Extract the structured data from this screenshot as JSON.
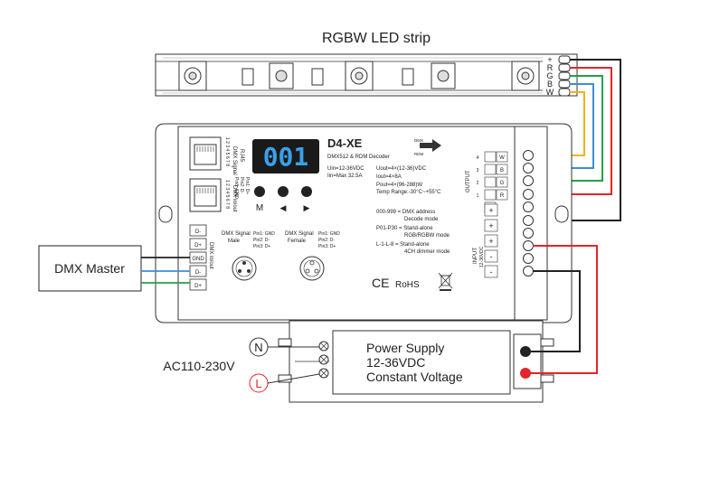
{
  "title": "RGBW LED strip",
  "strip_pins": [
    "+",
    "R",
    "G",
    "B",
    "W"
  ],
  "device": {
    "model": "D4-XE",
    "subtitle": "DMX512 & RDM Decoder",
    "display": "001",
    "buttons": [
      "M",
      "◀",
      "▶"
    ],
    "specs_left": [
      "Uin=12-36VDC",
      "Iin=Max 32.5A"
    ],
    "specs_right": [
      "Uout=4×(12-36)VDC",
      "Iout=4×8A",
      "Pout=4×(96-288)W",
      "Temp Range:-30°C~+55°C"
    ],
    "modes": [
      "000-999 = DMX address",
      "Decode mode",
      "P01-P30 = Stand-alone",
      "RGB/RGBW mode",
      "L-1-L-8 = Stand-alone",
      "4CH dimmer mode"
    ],
    "dmx_arrow": [
      "DMX",
      "RDM"
    ],
    "rj45_label_1": [
      "DMX Signal",
      "RJ45"
    ],
    "rj45_label_2": "DMX in/out",
    "rj45_pins_1": [
      "Pin1: D+",
      "Pin2: D-",
      "Pin8: GND"
    ],
    "rj45_digits": "1 2 3 4 5 6 7 8",
    "dmx_inout_label": "DMX in/out",
    "dmx_terminals": [
      "D-",
      "D+",
      "GND",
      "D-",
      "D+"
    ],
    "xlr_male_label": [
      "DMX Signal",
      "Male"
    ],
    "xlr_female_label": [
      "DMX Signal",
      "Female"
    ],
    "xlr_pins": [
      "Pin1: GND",
      "Pin2: D-",
      "Pin3: D+"
    ],
    "output_label": "OUTPUT",
    "output_channels": [
      "W",
      "B",
      "G",
      "R"
    ],
    "output_nums": [
      "4",
      "3",
      "2",
      "1"
    ],
    "output_plus": [
      "+"
    ],
    "input_label": [
      "INPUT",
      "12-36VDC"
    ],
    "input_terminals": [
      "+",
      "+",
      "-",
      "-"
    ],
    "certs": [
      "CE",
      "RoHS"
    ]
  },
  "dmx_master": "DMX Master",
  "power_supply": [
    "Power Supply",
    "12-36VDC",
    "Constant Voltage"
  ],
  "ac_label": "AC110-230V",
  "ac_terminals": [
    "N",
    "L"
  ],
  "wire_colors": {
    "black": "#222222",
    "red": "#e0262c",
    "green": "#25a04a",
    "blue": "#3a8fd6",
    "yellow": "#f2b21c",
    "teal": "#44b8c4",
    "display_bg": "#1a1a1a",
    "display_fg": "#3aa0e8"
  }
}
